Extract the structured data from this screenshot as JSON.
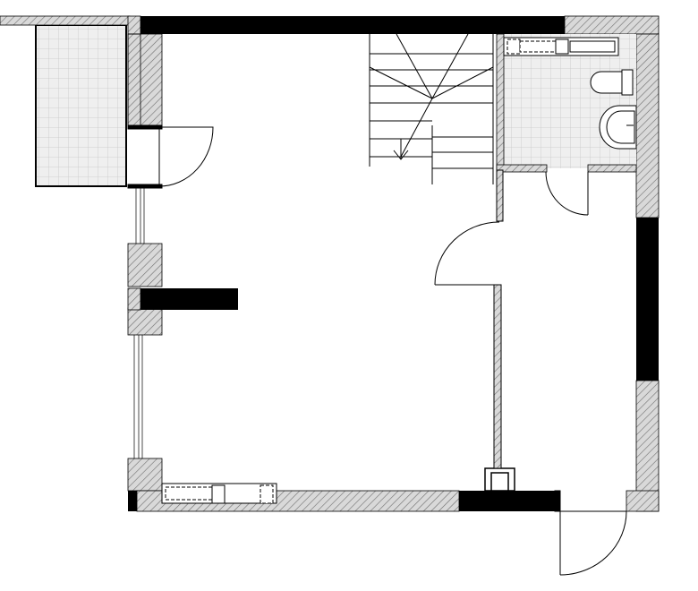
{
  "drawing": {
    "type": "architectural floor plan",
    "rooms": [
      "terrace",
      "living-area",
      "staircase",
      "bathroom",
      "hallway"
    ],
    "fixtures": [
      "toilet-icon",
      "washbasin-icon",
      "radiator-icon"
    ]
  },
  "colors": {
    "wall_fill": "#d9d9d9",
    "wall_hatch": "#6e6e6e",
    "solid_wall": "#000000",
    "tile_fill": "#efefef",
    "tile_grid": "#c8c8c8",
    "line": "#000000",
    "background": "#ffffff"
  }
}
